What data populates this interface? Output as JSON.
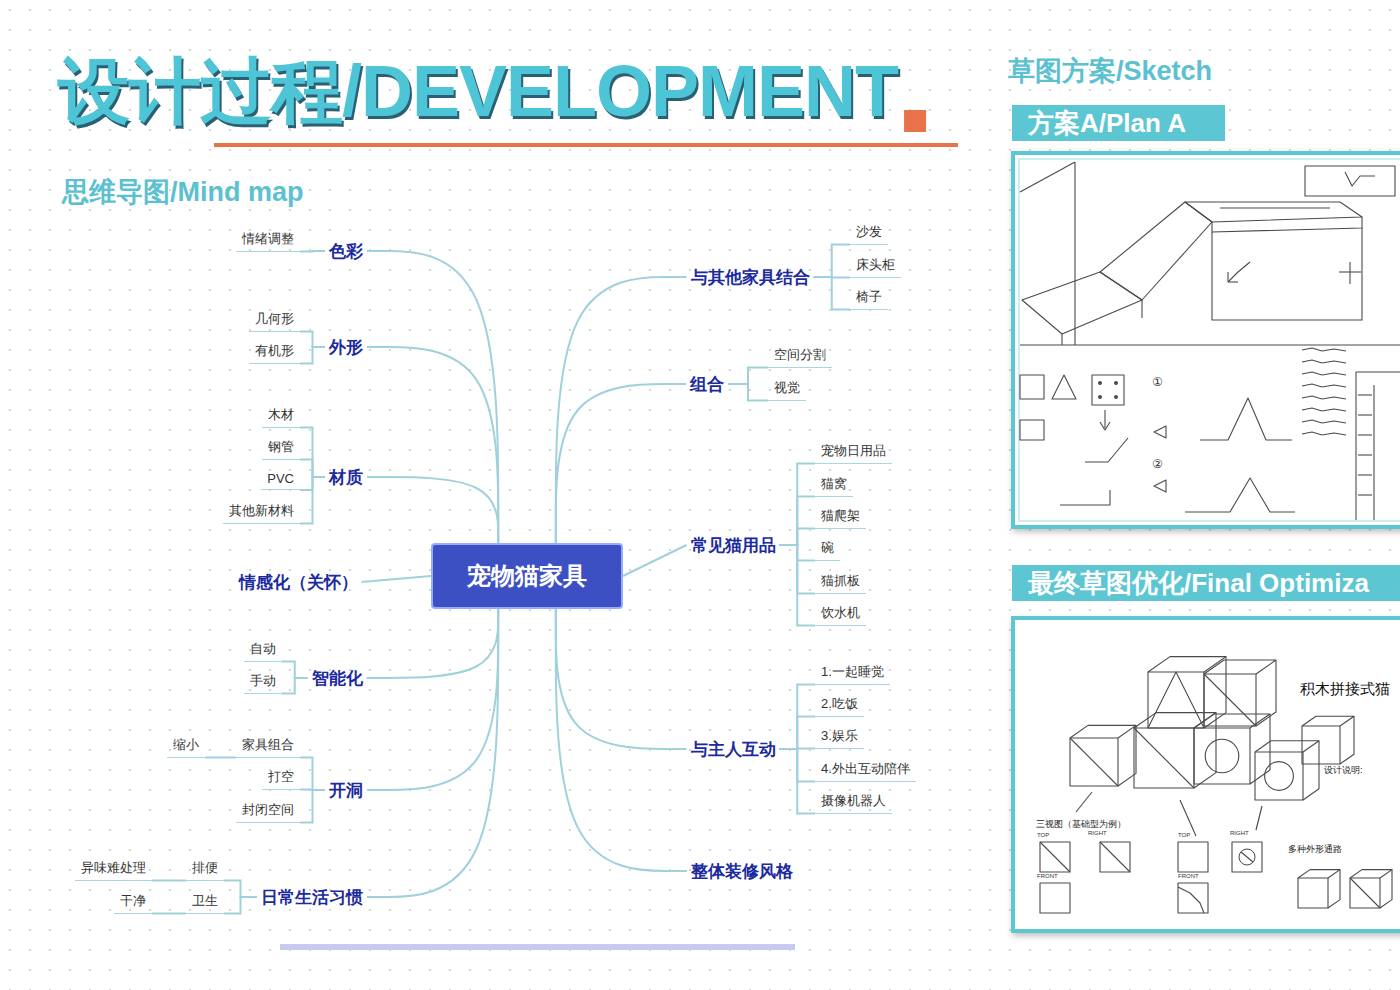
{
  "diagram": {
    "title": "设计过程/DEVELOPMENT",
    "nodes": [
      {
        "text": [
          "色彩"
        ]
      },
      {
        "text": [
          "情绪调整"
        ]
      },
      {
        "text": [
          "外形"
        ]
      },
      {
        "text": [
          "几何形"
        ]
      },
      {
        "text": [
          "有机形"
        ]
      },
      {
        "text": [
          "材质"
        ]
      },
      {
        "text": [
          "木材"
        ]
      },
      {
        "text": [
          "钢管"
        ]
      },
      {
        "text": [
          "PVC"
        ]
      },
      {
        "text": [
          "其他新材料"
        ]
      },
      {
        "text": [
          "情感化（关怀）"
        ]
      },
      {
        "text": [
          "智能化"
        ]
      },
      {
        "text": [
          "自动"
        ]
      },
      {
        "text": [
          "手动"
        ]
      },
      {
        "text": [
          "开洞"
        ]
      },
      {
        "text": [
          "家具组合"
        ]
      },
      {
        "text": [
          "缩小"
        ]
      },
      {
        "text": [
          "打空"
        ]
      },
      {
        "text": [
          "封闭空间"
        ]
      },
      {
        "text": [
          "日常生活习惯"
        ]
      },
      {
        "text": [
          "排便"
        ]
      },
      {
        "text": [
          "异味难处理"
        ]
      },
      {
        "text": [
          "卫生"
        ]
      },
      {
        "text": [
          "干净"
        ]
      },
      {
        "text": [
          "宠物猫家具"
        ]
      },
      {
        "text": [
          "与其他家具结合"
        ]
      },
      {
        "text": [
          "沙发"
        ]
      },
      {
        "text": [
          "床头柜"
        ]
      },
      {
        "text": [
          "椅子"
        ]
      },
      {
        "text": [
          "组合"
        ]
      },
      {
        "text": [
          "空间分割"
        ]
      },
      {
        "text": [
          "视觉"
        ]
      },
      {
        "text": [
          "常见猫用品"
        ]
      },
      {
        "text": [
          "宠物日用品"
        ]
      },
      {
        "text": [
          "猫窝"
        ]
      },
      {
        "text": [
          "猫爬架"
        ]
      },
      {
        "text": [
          "碗"
        ]
      },
      {
        "text": [
          "猫抓板"
        ]
      },
      {
        "text": [
          "饮水机"
        ]
      },
      {
        "text": [
          "与主人互动"
        ]
      },
      {
        "text": [
          "1.一起睡觉"
        ]
      },
      {
        "text": [
          "2.吃饭"
        ]
      },
      {
        "text": [
          "3.娱乐"
        ]
      },
      {
        "text": [
          "4.外出互动陪伴"
        ]
      },
      {
        "text": [
          "摄像机器人"
        ]
      },
      {
        "text": [
          "整体装修风格"
        ]
      },
      {
        "text": [
          "方案A/Plan A"
        ]
      },
      {
        "text": [
          "最终草图优化/Final Optimiza"
        ]
      }
    ],
    "edges": [
      {
        "from": 24,
        "to": 0,
        "arrow": "none"
      },
      {
        "from": 24,
        "to": 2,
        "arrow": "none"
      },
      {
        "from": 24,
        "to": 5,
        "arrow": "none"
      },
      {
        "from": 24,
        "to": 10,
        "arrow": "none"
      },
      {
        "from": 24,
        "to": 11,
        "arrow": "none"
      },
      {
        "from": 24,
        "to": 14,
        "arrow": "none"
      },
      {
        "from": 24,
        "to": 19,
        "arrow": "none"
      },
      {
        "from": 24,
        "to": 25,
        "arrow": "none"
      },
      {
        "from": 24,
        "to": 29,
        "arrow": "none"
      },
      {
        "from": 24,
        "to": 32,
        "arrow": "none"
      },
      {
        "from": 24,
        "to": 39,
        "arrow": "none"
      },
      {
        "from": 24,
        "to": 45,
        "arrow": "none"
      },
      {
        "from": 0,
        "to": 1,
        "arrow": "none"
      },
      {
        "from": 2,
        "to": 3,
        "arrow": "none"
      },
      {
        "from": 2,
        "to": 4,
        "arrow": "none"
      },
      {
        "from": 5,
        "to": 6,
        "arrow": "none"
      },
      {
        "from": 5,
        "to": 7,
        "arrow": "none"
      },
      {
        "from": 5,
        "to": 8,
        "arrow": "none"
      },
      {
        "from": 5,
        "to": 9,
        "arrow": "none"
      },
      {
        "from": 11,
        "to": 12,
        "arrow": "none"
      },
      {
        "from": 11,
        "to": 13,
        "arrow": "none"
      },
      {
        "from": 14,
        "to": 15,
        "arrow": "none"
      },
      {
        "from": 14,
        "to": 17,
        "arrow": "none"
      },
      {
        "from": 14,
        "to": 18,
        "arrow": "none"
      },
      {
        "from": 15,
        "to": 16,
        "arrow": "none"
      },
      {
        "from": 19,
        "to": 20,
        "arrow": "none"
      },
      {
        "from": 19,
        "to": 22,
        "arrow": "none"
      },
      {
        "from": 20,
        "to": 21,
        "arrow": "none"
      },
      {
        "from": 22,
        "to": 23,
        "arrow": "none"
      },
      {
        "from": 25,
        "to": 26,
        "arrow": "none"
      },
      {
        "from": 25,
        "to": 27,
        "arrow": "none"
      },
      {
        "from": 25,
        "to": 28,
        "arrow": "none"
      },
      {
        "from": 29,
        "to": 30,
        "arrow": "none"
      },
      {
        "from": 29,
        "to": 31,
        "arrow": "none"
      },
      {
        "from": 32,
        "to": 33,
        "arrow": "none"
      },
      {
        "from": 32,
        "to": 34,
        "arrow": "none"
      },
      {
        "from": 32,
        "to": 35,
        "arrow": "none"
      },
      {
        "from": 32,
        "to": 36,
        "arrow": "none"
      },
      {
        "from": 32,
        "to": 37,
        "arrow": "none"
      },
      {
        "from": 32,
        "to": 38,
        "arrow": "none"
      },
      {
        "from": 39,
        "to": 40,
        "arrow": "none"
      },
      {
        "from": 39,
        "to": 41,
        "arrow": "none"
      },
      {
        "from": 39,
        "to": 42,
        "arrow": "none"
      },
      {
        "from": 39,
        "to": 43,
        "arrow": "none"
      },
      {
        "from": 39,
        "to": 44,
        "arrow": "none"
      }
    ],
    "labels": [
      "思维导图/Mind map",
      "草图方案/Sketch",
      "积木拼接式猫",
      "设计说明:",
      "三视图（基础型为例）",
      "TOP",
      "RIGHT",
      "FRONT",
      "TOP",
      "RIGHT",
      "FRONT",
      "多种外形通路",
      "①",
      "②"
    ]
  }
}
